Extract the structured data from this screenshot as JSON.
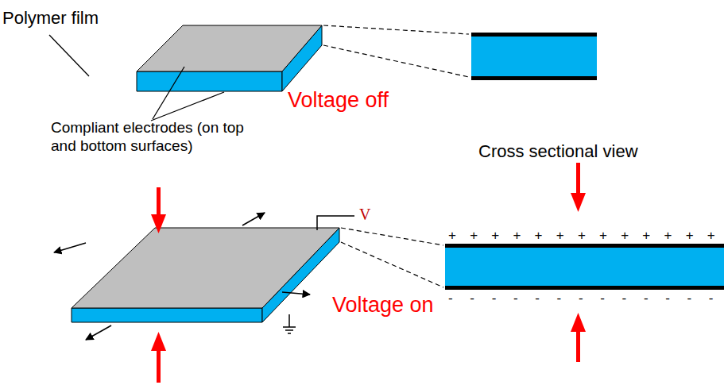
{
  "diagram": {
    "labels": [
      "Polymer film",
      "Compliant electrodes (on top and bottom surfaces)",
      "Voltage off",
      "Cross sectional view",
      "V",
      "Voltage on",
      "+ + + + + + + + + + + + +",
      "- - - - - - - - - - - - -"
    ]
  }
}
